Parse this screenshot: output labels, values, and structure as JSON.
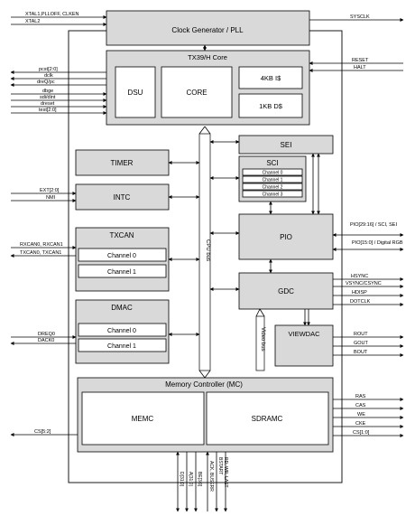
{
  "blocks": {
    "clock": "Clock Generator / PLL",
    "core_title": "TX39/H Core",
    "dsu": "DSU",
    "core": "CORE",
    "icache": "4KB I$",
    "dcache": "1KB D$",
    "sei": "SEI",
    "sci": "SCI",
    "sci_channels": [
      "Channel 0",
      "Channel 1",
      "Channel 2",
      "Channel 3"
    ],
    "timer": "TIMER",
    "intc": "INTC",
    "txcan": "TXCAN",
    "txcan_channels": [
      "Channel 0",
      "Channel 1"
    ],
    "dmac": "DMAC",
    "dmac_channels": [
      "Channel 0",
      "Channel 1"
    ],
    "pio": "PIO",
    "gdc": "GDC",
    "viewdac": "VIEWDAC",
    "mc": "Memory Controller (MC)",
    "memc": "MEMC",
    "sdramc": "SDRAMC",
    "cpu_bus": "CPU bus",
    "video_bus": "Video bus"
  },
  "signals": {
    "left_top": [
      "XTAL1,PLLOFF, CLKEN",
      "XTAL2"
    ],
    "left_debug": [
      "pcst[2:0]",
      "dclk",
      "dreQ/pc",
      "dbge",
      "sdi/dint",
      "dreset",
      "test[2:0]"
    ],
    "left_intc": [
      "EXT[2:0]",
      "NMI"
    ],
    "left_can": [
      "RXCAN0, RXCAN1",
      "TXCAN0, TXCAN1"
    ],
    "left_dma": [
      "DREQ0",
      "DACK0"
    ],
    "left_cs": "CS[5:2]",
    "right_top": [
      "SYSCLK",
      "RESET",
      "HALT"
    ],
    "right_pio": [
      "PIO[29:16] / SCI, SEI",
      "PIO[15:0] / Digital RGB"
    ],
    "right_gdc": [
      "HSYNC",
      "VSYNC/CSYNC",
      "HDISP",
      "DOTCLK"
    ],
    "right_dac": [
      "ROUT",
      "GOUT",
      "BOUT"
    ],
    "right_mem": [
      "RAS",
      "CAS",
      "WE",
      "CKE",
      "CS[1:0]"
    ],
    "bottom": [
      "D[31:0]",
      "A[31:0]",
      "BE[3:0]",
      "ACK, BUSERR",
      "RD, WR, LAST",
      "BSTART"
    ]
  }
}
